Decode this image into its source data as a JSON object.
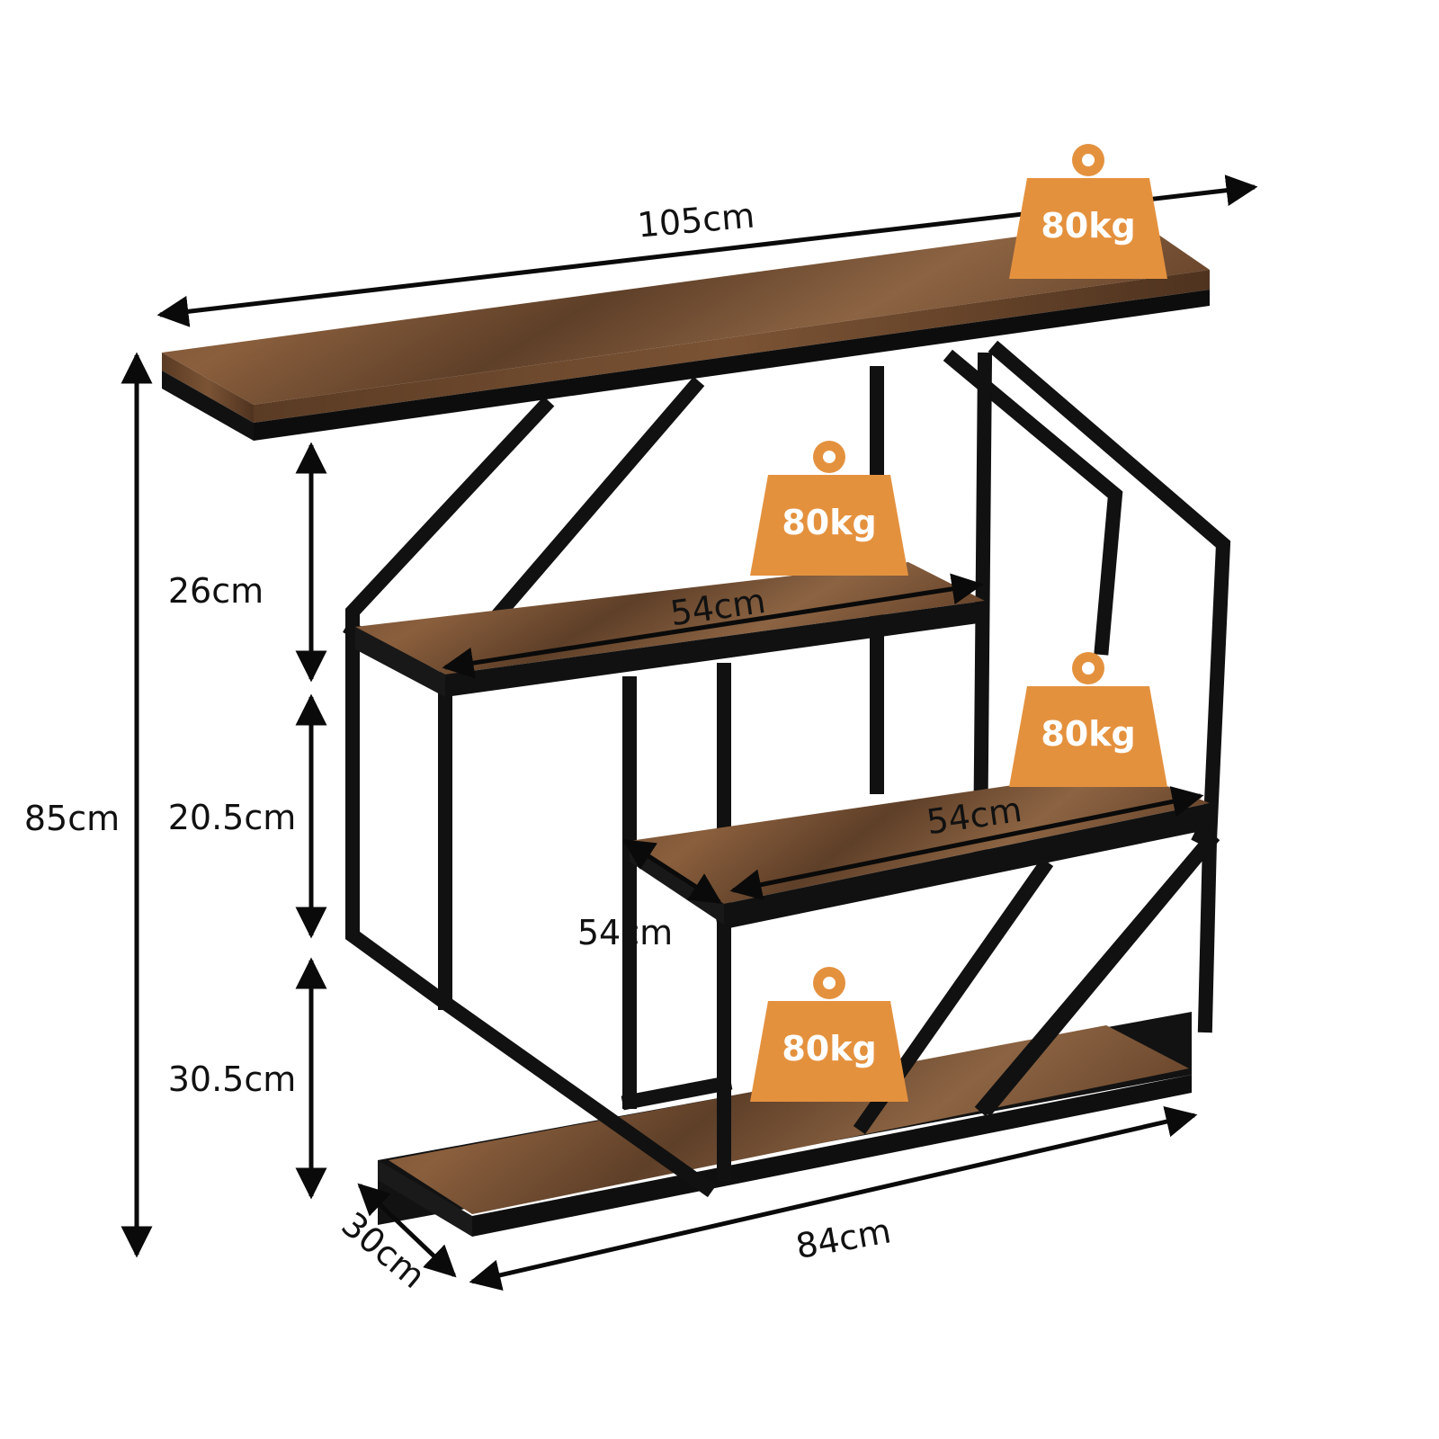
{
  "dimensions": {
    "top_width": "105cm",
    "total_height": "85cm",
    "upper_gap": "26cm",
    "middle_gap": "20.5cm",
    "lower_gap": "30.5cm",
    "upper_shelf_length": "54cm",
    "middle_shelf_length": "54cm",
    "middle_shelf_depth": "54cm",
    "base_width": "84cm",
    "depth": "30cm"
  },
  "load_capacity": {
    "top": "80kg",
    "upper_shelf": "80kg",
    "middle_shelf": "80kg",
    "base": "80kg"
  },
  "colors": {
    "wood": "#7a5236",
    "wood_dark": "#4e3220",
    "frame": "#111111",
    "weight_badge": "#e4913e"
  }
}
